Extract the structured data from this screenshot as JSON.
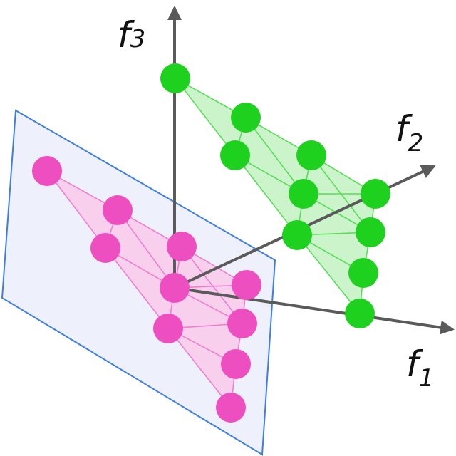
{
  "axes": {
    "f1": {
      "letter": "f",
      "index": "1"
    },
    "f2": {
      "letter": "f",
      "index": "2"
    },
    "f3": {
      "letter": "f",
      "index": "3"
    }
  },
  "colors": {
    "axis": "#5a5a5a",
    "plane_fill": "#eef1fb",
    "plane_stroke": "#3f7fe0",
    "pink_node": "#ee4fc0",
    "pink_fill": "#f9c9ea",
    "pink_edge": "#ee7fd0",
    "green_node": "#1fd11f",
    "green_fill": "#c2f2c2",
    "green_edge": "#59dd59"
  }
}
